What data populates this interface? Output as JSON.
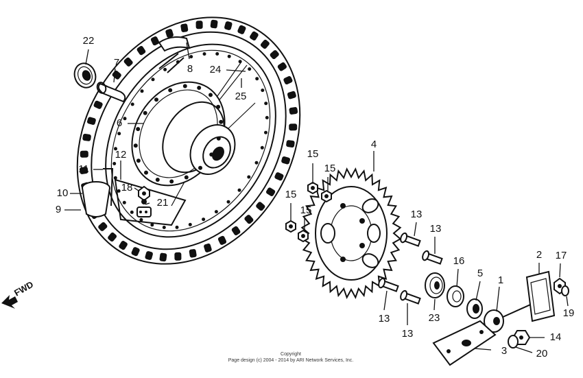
{
  "direction_label": "FWD",
  "copyright": {
    "line1": "Copyright",
    "line2": "Page design (c) 2004 - 2014 by ARI Network Services, Inc."
  },
  "callouts": {
    "c1": "1",
    "c2": "2",
    "c3": "3",
    "c4": "4",
    "c5": "5",
    "c6": "6",
    "c7": "7",
    "c8": "8",
    "c9": "9",
    "c10": "10",
    "c11": "11",
    "c12": "12",
    "c13a": "13",
    "c13b": "13",
    "c13c": "13",
    "c13d": "13",
    "c14": "14",
    "c15a": "15",
    "c15b": "15",
    "c15c": "15",
    "c15d": "15",
    "c16": "16",
    "c17": "17",
    "c18": "18",
    "c19": "19",
    "c20": "20",
    "c21": "21",
    "c22": "22",
    "c23": "23",
    "c24": "24",
    "c25": "25"
  }
}
